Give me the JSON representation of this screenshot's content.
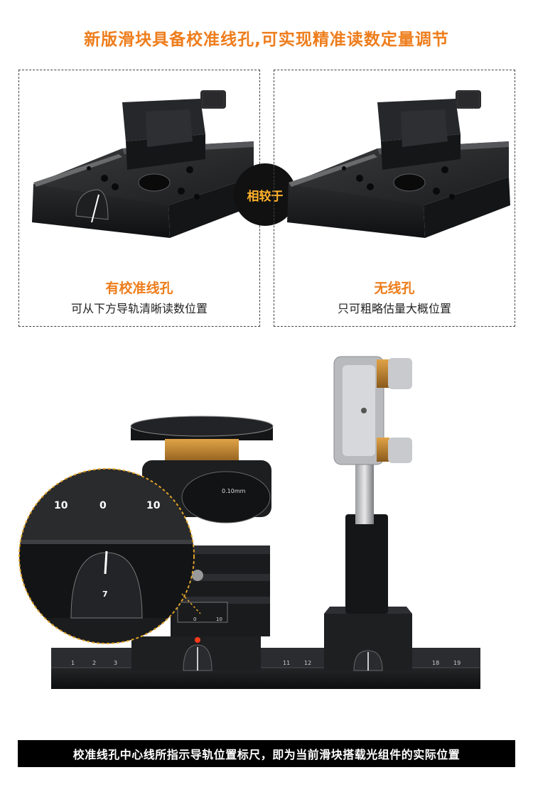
{
  "headline": "新版滑块具备校准线孔,可实现精准读数定量调节",
  "left_panel": {
    "title": "有校准线孔",
    "subtitle": "可从下方导轨清晰读数位置"
  },
  "compare_label": "相较于",
  "right_panel": {
    "title": "无线孔",
    "subtitle": "只可粗略估量大概位置"
  },
  "zoom_scale": {
    "left": "10",
    "center": "0",
    "right": "10",
    "slot": "7"
  },
  "rail_scale": {
    "n1": "1",
    "n2": "2",
    "n3": "3",
    "n11": "11",
    "n12": "12",
    "n18": "18",
    "n19": "19"
  },
  "dial": {
    "label": "0.10mm"
  },
  "mini_scale": {
    "zero": "0",
    "ten": "10"
  },
  "footer": "校准线孔中心线所指示导轨位置标尺，即为当前滑块搭载光组件的实际位置",
  "colors": {
    "accent": "#ee7d1c",
    "compare_text": "#ffb12b"
  }
}
